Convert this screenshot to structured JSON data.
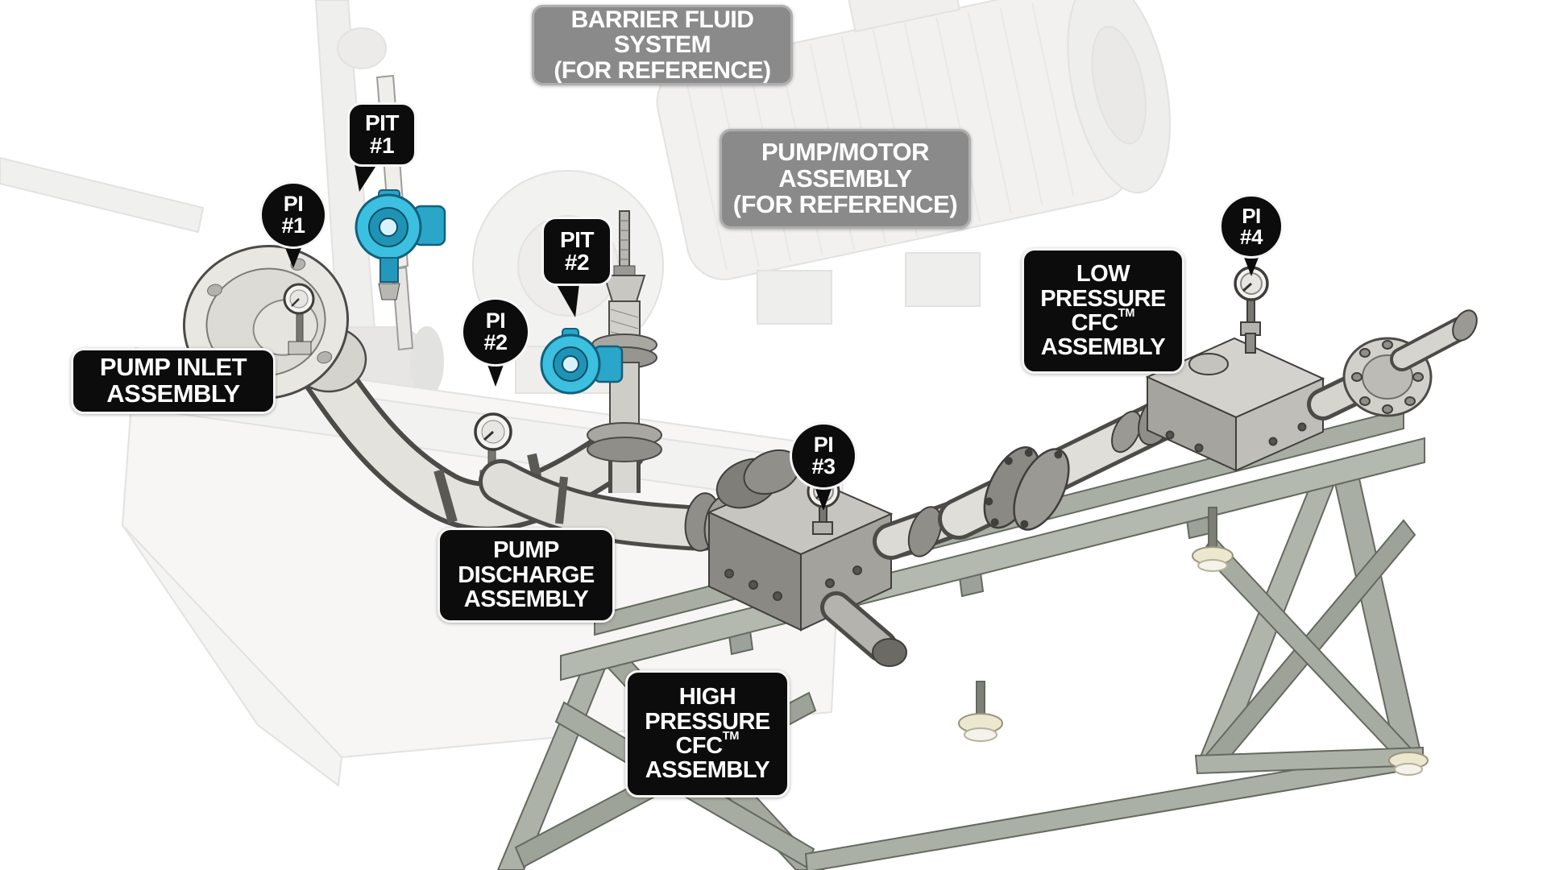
{
  "figure": {
    "callouts": {
      "barrier_fluid": {
        "lines": [
          "BARRIER FLUID",
          "SYSTEM",
          "(FOR REFERENCE)"
        ]
      },
      "pump_motor": {
        "lines": [
          "PUMP/MOTOR",
          "ASSEMBLY",
          "(FOR REFERENCE)"
        ]
      },
      "pump_inlet": {
        "lines": [
          "PUMP INLET",
          "ASSEMBLY"
        ]
      },
      "pump_discharge": {
        "lines": [
          "PUMP",
          "DISCHARGE",
          "ASSEMBLY"
        ]
      },
      "high_pressure_cfc": {
        "lines": [
          "HIGH",
          "PRESSURE",
          "CFC",
          "ASSEMBLY"
        ],
        "tm": "TM"
      },
      "low_pressure_cfc": {
        "lines": [
          "LOW",
          "PRESSURE",
          "CFC",
          "ASSEMBLY"
        ],
        "tm": "TM"
      },
      "pit1": {
        "lines": [
          "PIT",
          "#1"
        ]
      },
      "pit2": {
        "lines": [
          "PIT",
          "#2"
        ]
      },
      "pi1": {
        "lines": [
          "PI",
          "#1"
        ]
      },
      "pi2": {
        "lines": [
          "PI",
          "#2"
        ]
      },
      "pi3": {
        "lines": [
          "PI",
          "#3"
        ]
      },
      "pi4": {
        "lines": [
          "PI",
          "#4"
        ]
      }
    },
    "colors": {
      "callout_black": "#0c0c0c",
      "callout_gray": "#8a8a8a",
      "callout_text": "#ffffff",
      "transmitter_blue": "#3bc0e0",
      "pipe_light": "#e4e2dd",
      "frame_gray": "#b2b7ae",
      "foot_pad": "#ece7cf"
    }
  }
}
